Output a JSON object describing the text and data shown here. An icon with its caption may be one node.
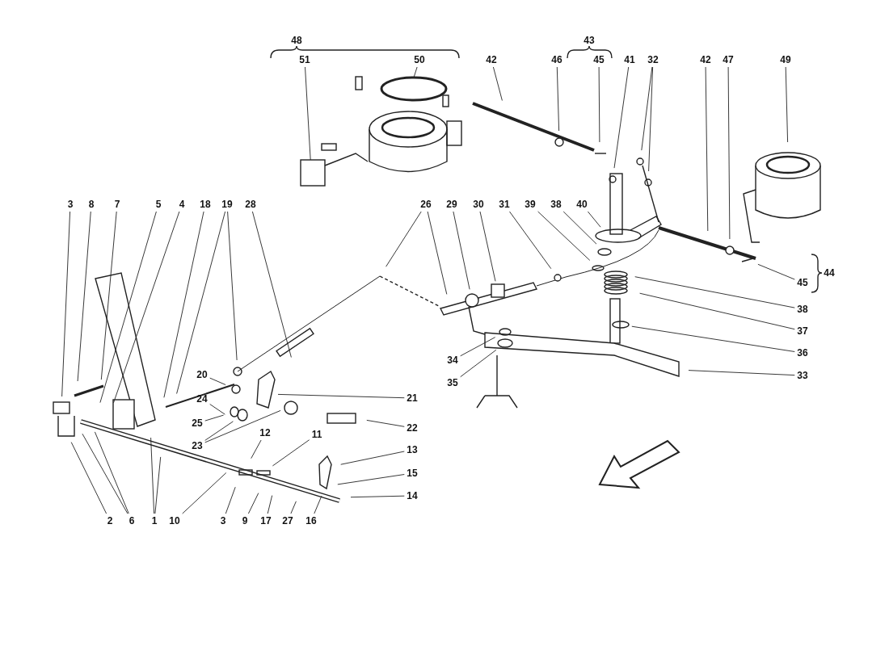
{
  "diagram": {
    "nodes": [
      {
        "text": [
          "51"
        ]
      },
      {
        "text": [
          "50"
        ]
      },
      {
        "text": [
          "42"
        ]
      },
      {
        "text": [
          "46"
        ]
      },
      {
        "text": [
          "45"
        ]
      },
      {
        "text": [
          "41"
        ]
      },
      {
        "text": [
          "32"
        ]
      },
      {
        "text": [
          "42"
        ]
      },
      {
        "text": [
          "47"
        ]
      },
      {
        "text": [
          "49"
        ]
      },
      {
        "text": [
          "3"
        ]
      },
      {
        "text": [
          "8"
        ]
      },
      {
        "text": [
          "7"
        ]
      },
      {
        "text": [
          "5"
        ]
      },
      {
        "text": [
          "4"
        ]
      },
      {
        "text": [
          "18"
        ]
      },
      {
        "text": [
          "19"
        ]
      },
      {
        "text": [
          "28"
        ]
      },
      {
        "text": [
          "26"
        ]
      },
      {
        "text": [
          "29"
        ]
      },
      {
        "text": [
          "30"
        ]
      },
      {
        "text": [
          "31"
        ]
      },
      {
        "text": [
          "39"
        ]
      },
      {
        "text": [
          "38"
        ]
      },
      {
        "text": [
          "40"
        ]
      },
      {
        "text": [
          "45"
        ]
      },
      {
        "text": [
          "38"
        ]
      },
      {
        "text": [
          "37"
        ]
      },
      {
        "text": [
          "36"
        ]
      },
      {
        "text": [
          "33"
        ]
      },
      {
        "text": [
          "34"
        ]
      },
      {
        "text": [
          "35"
        ]
      },
      {
        "text": [
          "20"
        ]
      },
      {
        "text": [
          "24"
        ]
      },
      {
        "text": [
          "21"
        ]
      },
      {
        "text": [
          "25"
        ]
      },
      {
        "text": [
          "23"
        ]
      },
      {
        "text": [
          "22"
        ]
      },
      {
        "text": [
          "12"
        ]
      },
      {
        "text": [
          "11"
        ]
      },
      {
        "text": [
          "13"
        ]
      },
      {
        "text": [
          "15"
        ]
      },
      {
        "text": [
          "14"
        ]
      },
      {
        "text": [
          "2"
        ]
      },
      {
        "text": [
          "6"
        ]
      },
      {
        "text": [
          "1"
        ]
      },
      {
        "text": [
          "10"
        ]
      },
      {
        "text": [
          "3"
        ]
      },
      {
        "text": [
          "9"
        ]
      },
      {
        "text": [
          "17"
        ]
      },
      {
        "text": [
          "27"
        ]
      },
      {
        "text": [
          "16"
        ]
      }
    ],
    "edges": [
      {
        "from": 0,
        "to": null,
        "arrow": "none"
      },
      {
        "from": 1,
        "to": null,
        "arrow": "none"
      },
      {
        "from": 2,
        "to": null,
        "arrow": "none"
      },
      {
        "from": 3,
        "to": null,
        "arrow": "none"
      },
      {
        "from": 4,
        "to": null,
        "arrow": "none"
      },
      {
        "from": 5,
        "to": null,
        "arrow": "none"
      },
      {
        "from": 6,
        "to": null,
        "arrow": "none"
      },
      {
        "from": 6,
        "to": null,
        "arrow": "none"
      },
      {
        "from": 7,
        "to": null,
        "arrow": "none"
      },
      {
        "from": 8,
        "to": null,
        "arrow": "none"
      },
      {
        "from": 9,
        "to": null,
        "arrow": "none"
      },
      {
        "from": 10,
        "to": null,
        "arrow": "none"
      },
      {
        "from": 11,
        "to": null,
        "arrow": "none"
      },
      {
        "from": 12,
        "to": null,
        "arrow": "none"
      },
      {
        "from": 13,
        "to": null,
        "arrow": "none"
      },
      {
        "from": 14,
        "to": null,
        "arrow": "none"
      },
      {
        "from": 15,
        "to": null,
        "arrow": "none"
      },
      {
        "from": 16,
        "to": null,
        "arrow": "none"
      },
      {
        "from": 16,
        "to": null,
        "arrow": "none"
      },
      {
        "from": 17,
        "to": null,
        "arrow": "none"
      },
      {
        "from": 18,
        "to": null,
        "arrow": "none"
      },
      {
        "from": 18,
        "to": null,
        "arrow": "none"
      },
      {
        "from": 19,
        "to": null,
        "arrow": "none"
      },
      {
        "from": 20,
        "to": null,
        "arrow": "none"
      },
      {
        "from": 21,
        "to": null,
        "arrow": "none"
      },
      {
        "from": 22,
        "to": null,
        "arrow": "none"
      },
      {
        "from": 23,
        "to": null,
        "arrow": "none"
      },
      {
        "from": 24,
        "to": null,
        "arrow": "none"
      },
      {
        "from": 25,
        "to": null,
        "arrow": "none"
      },
      {
        "from": 26,
        "to": null,
        "arrow": "none"
      },
      {
        "from": 27,
        "to": null,
        "arrow": "none"
      },
      {
        "from": 28,
        "to": null,
        "arrow": "none"
      },
      {
        "from": 29,
        "to": null,
        "arrow": "none"
      },
      {
        "from": 30,
        "to": null,
        "arrow": "none"
      },
      {
        "from": 31,
        "to": null,
        "arrow": "none"
      },
      {
        "from": 32,
        "to": null,
        "arrow": "none"
      },
      {
        "from": 33,
        "to": null,
        "arrow": "none"
      },
      {
        "from": 34,
        "to": null,
        "arrow": "none"
      },
      {
        "from": 35,
        "to": null,
        "arrow": "none"
      },
      {
        "from": 36,
        "to": null,
        "arrow": "none"
      },
      {
        "from": 36,
        "to": null,
        "arrow": "none"
      },
      {
        "from": 37,
        "to": null,
        "arrow": "none"
      },
      {
        "from": 38,
        "to": null,
        "arrow": "none"
      },
      {
        "from": 39,
        "to": null,
        "arrow": "none"
      },
      {
        "from": 40,
        "to": null,
        "arrow": "none"
      },
      {
        "from": 41,
        "to": null,
        "arrow": "none"
      },
      {
        "from": 42,
        "to": null,
        "arrow": "none"
      },
      {
        "from": 43,
        "to": null,
        "arrow": "none"
      },
      {
        "from": 44,
        "to": null,
        "arrow": "none"
      },
      {
        "from": 44,
        "to": null,
        "arrow": "none"
      },
      {
        "from": 45,
        "to": null,
        "arrow": "none"
      },
      {
        "from": 45,
        "to": null,
        "arrow": "none"
      },
      {
        "from": 46,
        "to": null,
        "arrow": "none"
      },
      {
        "from": 47,
        "to": null,
        "arrow": "none"
      },
      {
        "from": 48,
        "to": null,
        "arrow": "none"
      },
      {
        "from": 49,
        "to": null,
        "arrow": "none"
      },
      {
        "from": 50,
        "to": null,
        "arrow": "none"
      },
      {
        "from": 51,
        "to": null,
        "arrow": "none"
      }
    ],
    "labels": [
      "48",
      "43",
      "44"
    ]
  }
}
